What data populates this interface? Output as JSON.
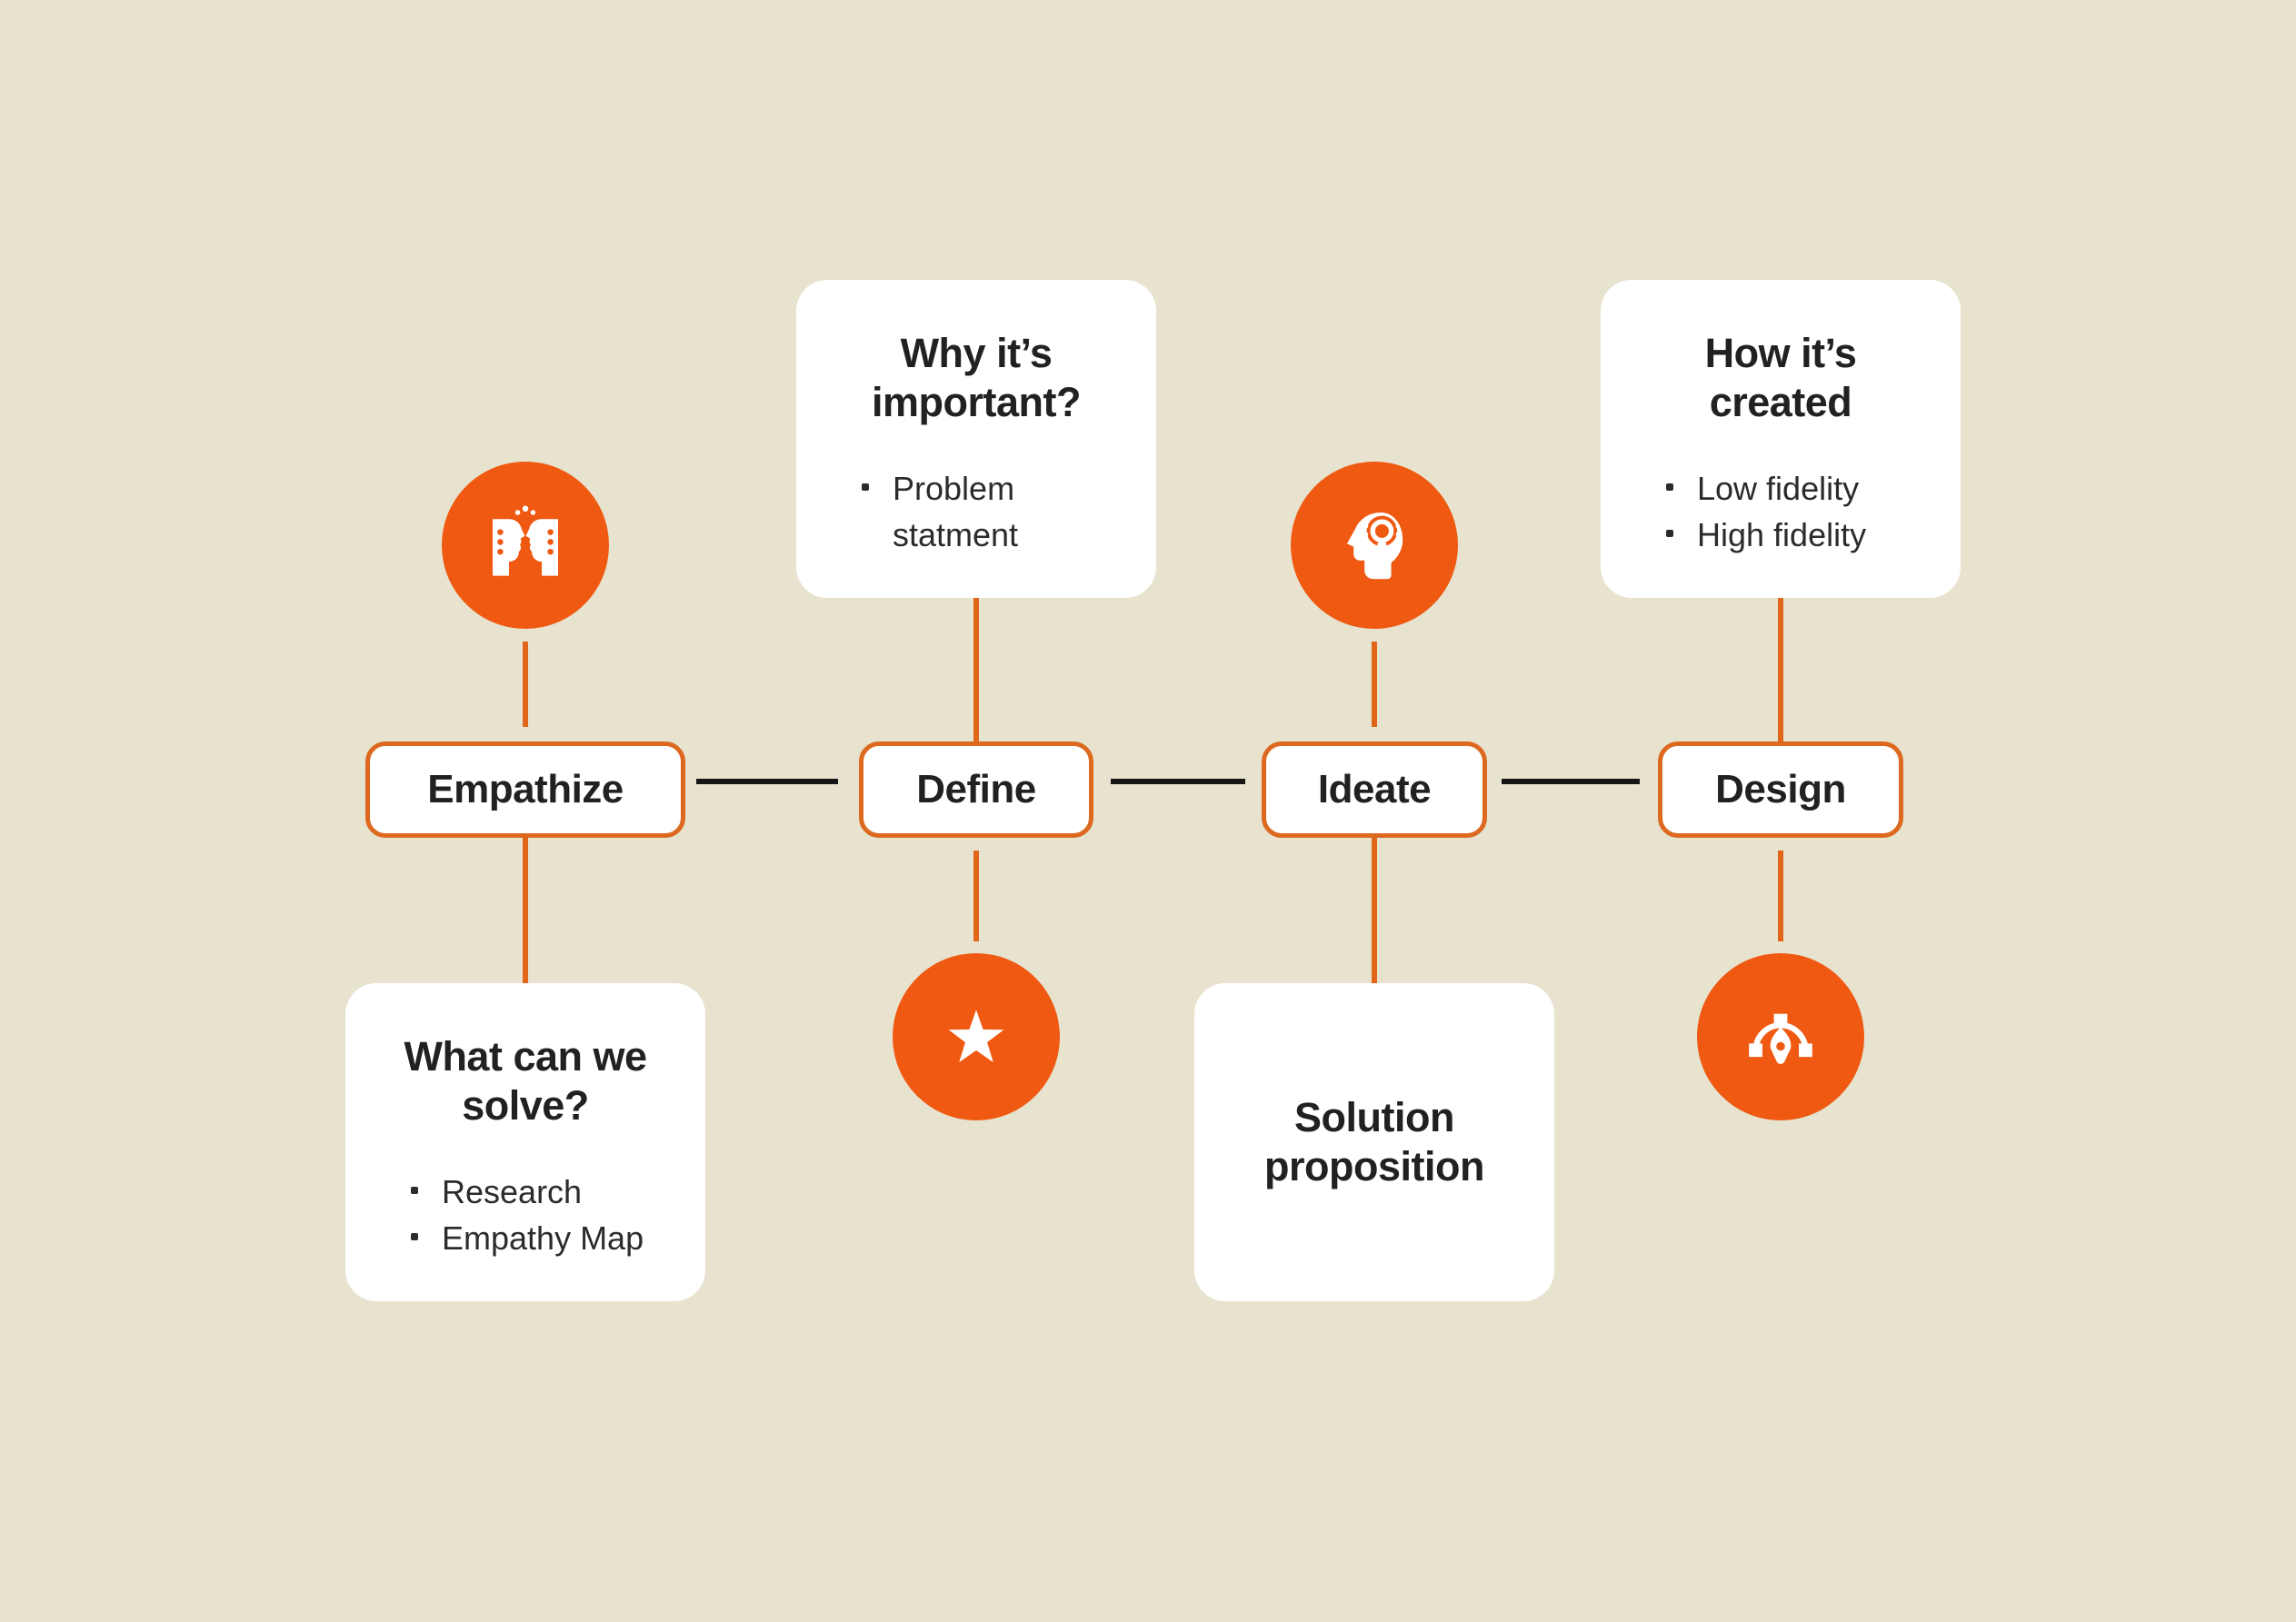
{
  "colors": {
    "background": "#E7E3CF",
    "circle_orange": "#EF5911",
    "button_border_orange": "#DC691F",
    "connector_orange": "#E2661A",
    "connector_black": "#161616",
    "card_white": "#FFFFFF",
    "text_dark": "#212121"
  },
  "stages": [
    {
      "label": "Empathize",
      "above": {
        "icon": "empathy-heads-icon"
      },
      "below": {
        "card": {
          "title": "What can we solve?",
          "bullets": [
            "Research",
            "Empathy Map"
          ]
        }
      }
    },
    {
      "label": "Define",
      "above": {
        "card": {
          "title": "Why it’s important?",
          "bullets": [
            "Problem statment"
          ]
        }
      },
      "below": {
        "icon": "star-icon"
      }
    },
    {
      "label": "Ideate",
      "above": {
        "icon": "idea-head-icon"
      },
      "below": {
        "card": {
          "title": "Solution proposition",
          "bullets": []
        }
      }
    },
    {
      "label": "Design",
      "above": {
        "card": {
          "title": "How it’s created",
          "bullets": [
            "Low fidelity",
            "High fidelity"
          ]
        }
      },
      "below": {
        "icon": "pen-tool-icon"
      }
    }
  ]
}
